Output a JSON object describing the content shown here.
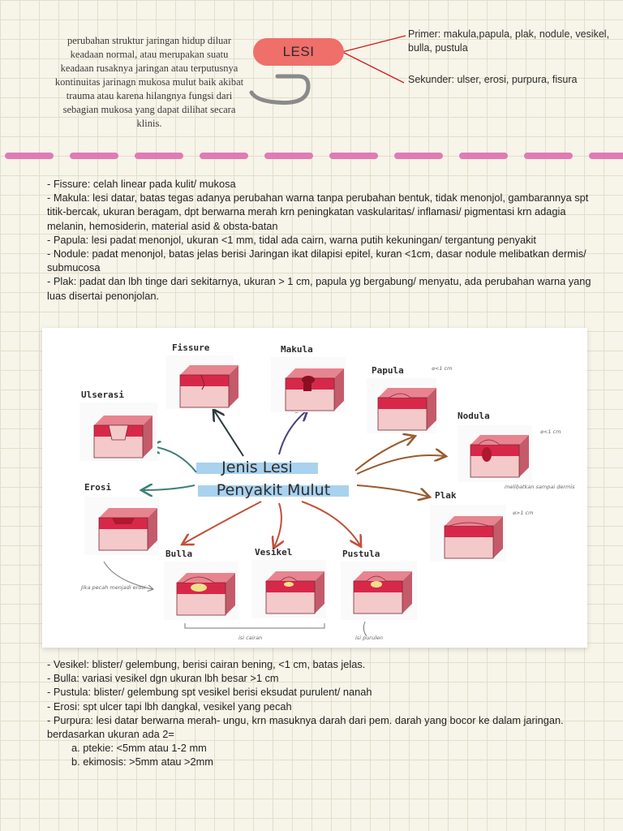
{
  "header": {
    "definition": "perubahan struktur jaringan hidup diluar keadaan normal, atau merupakan suatu keadaan rusaknya jaringan atau terputusnya kontinuitas jarinagn mukosa mulut baik akibat trauma atau karena hilangnya fungsi dari sebagian  mukosa yang dapat dilihat secara klinis.",
    "lesi_label": "LESI",
    "primer": "Primer: makula,papula, plak, nodule, vesikel, bulla, pustula",
    "sekunder": "Sekunder: ulser, erosi, purpura, fisura"
  },
  "top_list": [
    "- Fissure: celah linear pada kulit/ mukosa",
    "- Makula: lesi datar, batas tegas adanya perubahan warna tanpa perubahan bentuk, tidak menonjol, gambarannya spt titik-bercak, ukuran beragam, dpt berwarna merah krn peningkatan vaskularitas/ inflamasi/ pigmentasi krn adagia melanin, hemosiderin, material asid & obsta-batan",
    "- Papula: lesi padat menonjol, ukuran <1 mm, tidal ada cairn, warna putih kekuningan/ tergantung penyakit",
    "- Nodule: padat menonjol, batas jelas berisi Jaringan ikat dilapisi epitel, kuran <1cm, dasar nodule melibatkan dermis/ submucosa",
    "- Plak: padat dan lbh tinge dari sekitarnya, ukuran > 1 cm, papula yg bergabung/ menyatu, ada perubahan warna yang luas disertai penonjolan."
  ],
  "figure": {
    "title_line1": "Jenis Lesi",
    "title_line2": "Penyakit Mulut",
    "labels": {
      "fissure": "Fissure",
      "makula": "Makula",
      "papula": "Papula",
      "nodula": "Nodula",
      "plak": "Plak",
      "pustula": "Pustula",
      "vesikel": "Vesikel",
      "bulla": "Bulla",
      "erosi": "Erosi",
      "ulserasi": "Ulserasi"
    },
    "notes": {
      "papula_size": "⌀<1 cm",
      "nodula_size": "⌀<1 cm",
      "plak_size": "⌀>1 cm",
      "nodula_note": "melibatkan sampai dermis",
      "erosi_note": "Jika pecah menjadi erosi",
      "bulla_note": "isi cairan",
      "pustula_note": "isi purulen"
    }
  },
  "bottom_list": [
    "- Vesikel: blister/ gelembung, berisi cairan bening, <1 cm, batas jelas.",
    "- Bulla: variasi vesikel dgn ukuran lbh besar >1 cm",
    "- Pustula: blister/ gelembung spt vesikel berisi eksudat purulent/ nanah",
    "- Erosi: spt ulcer tapi lbh dangkal, vesikel yang pecah",
    "- Purpura: lesi datar berwarna merah- ungu, krn masuknya darah dari pem. darah yang bocor ke dalam jaringan. berdasarkan ukuran ada 2="
  ],
  "purpura_sub": [
    "a. ptekie: <5mm atau 1-2 mm",
    "b. ekimosis: >5mm atau >2mm"
  ],
  "colors": {
    "pill": "#ef6f6a",
    "dash": "#e07bb5",
    "title_highlight": "#a9d2ef",
    "tissue_top": "#e8848f",
    "tissue_band": "#d8284a",
    "tissue_base": "#f4c9c9"
  }
}
